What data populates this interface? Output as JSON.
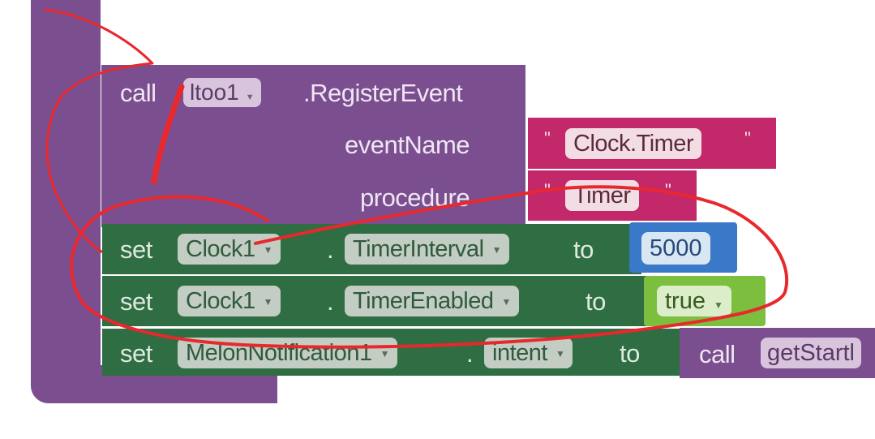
{
  "register_event_block": {
    "call_label": "call",
    "component": "ltoo1",
    "method": ".RegisterEvent",
    "event_name_label": "eventName",
    "event_name_value": "Clock.Timer",
    "procedure_label": "procedure",
    "procedure_value": "Timer"
  },
  "set_blocks": [
    {
      "set_label": "set",
      "component": "Clock1",
      "dot": ".",
      "property": "TimerInterval",
      "to_label": "to",
      "value": "5000"
    },
    {
      "set_label": "set",
      "component": "Clock1",
      "dot": ".",
      "property": "TimerEnabled",
      "to_label": "to",
      "value": "true"
    },
    {
      "set_label": "set",
      "component": "MelonNotification1",
      "dot": ".",
      "property": "intent",
      "to_label": "to",
      "call_label": "call",
      "call_target": "getStartl"
    }
  ],
  "colors": {
    "procedure_purple": "#7b4f8f",
    "component_green": "#2f6d43",
    "text_pink": "#c2286a",
    "math_blue": "#3a78c8",
    "logic_green": "#7cbf3f",
    "annotation_red": "#e8282c"
  },
  "icons": {
    "dropdown": "triangle-down-icon",
    "string_quote": "quote-mark-icon"
  }
}
